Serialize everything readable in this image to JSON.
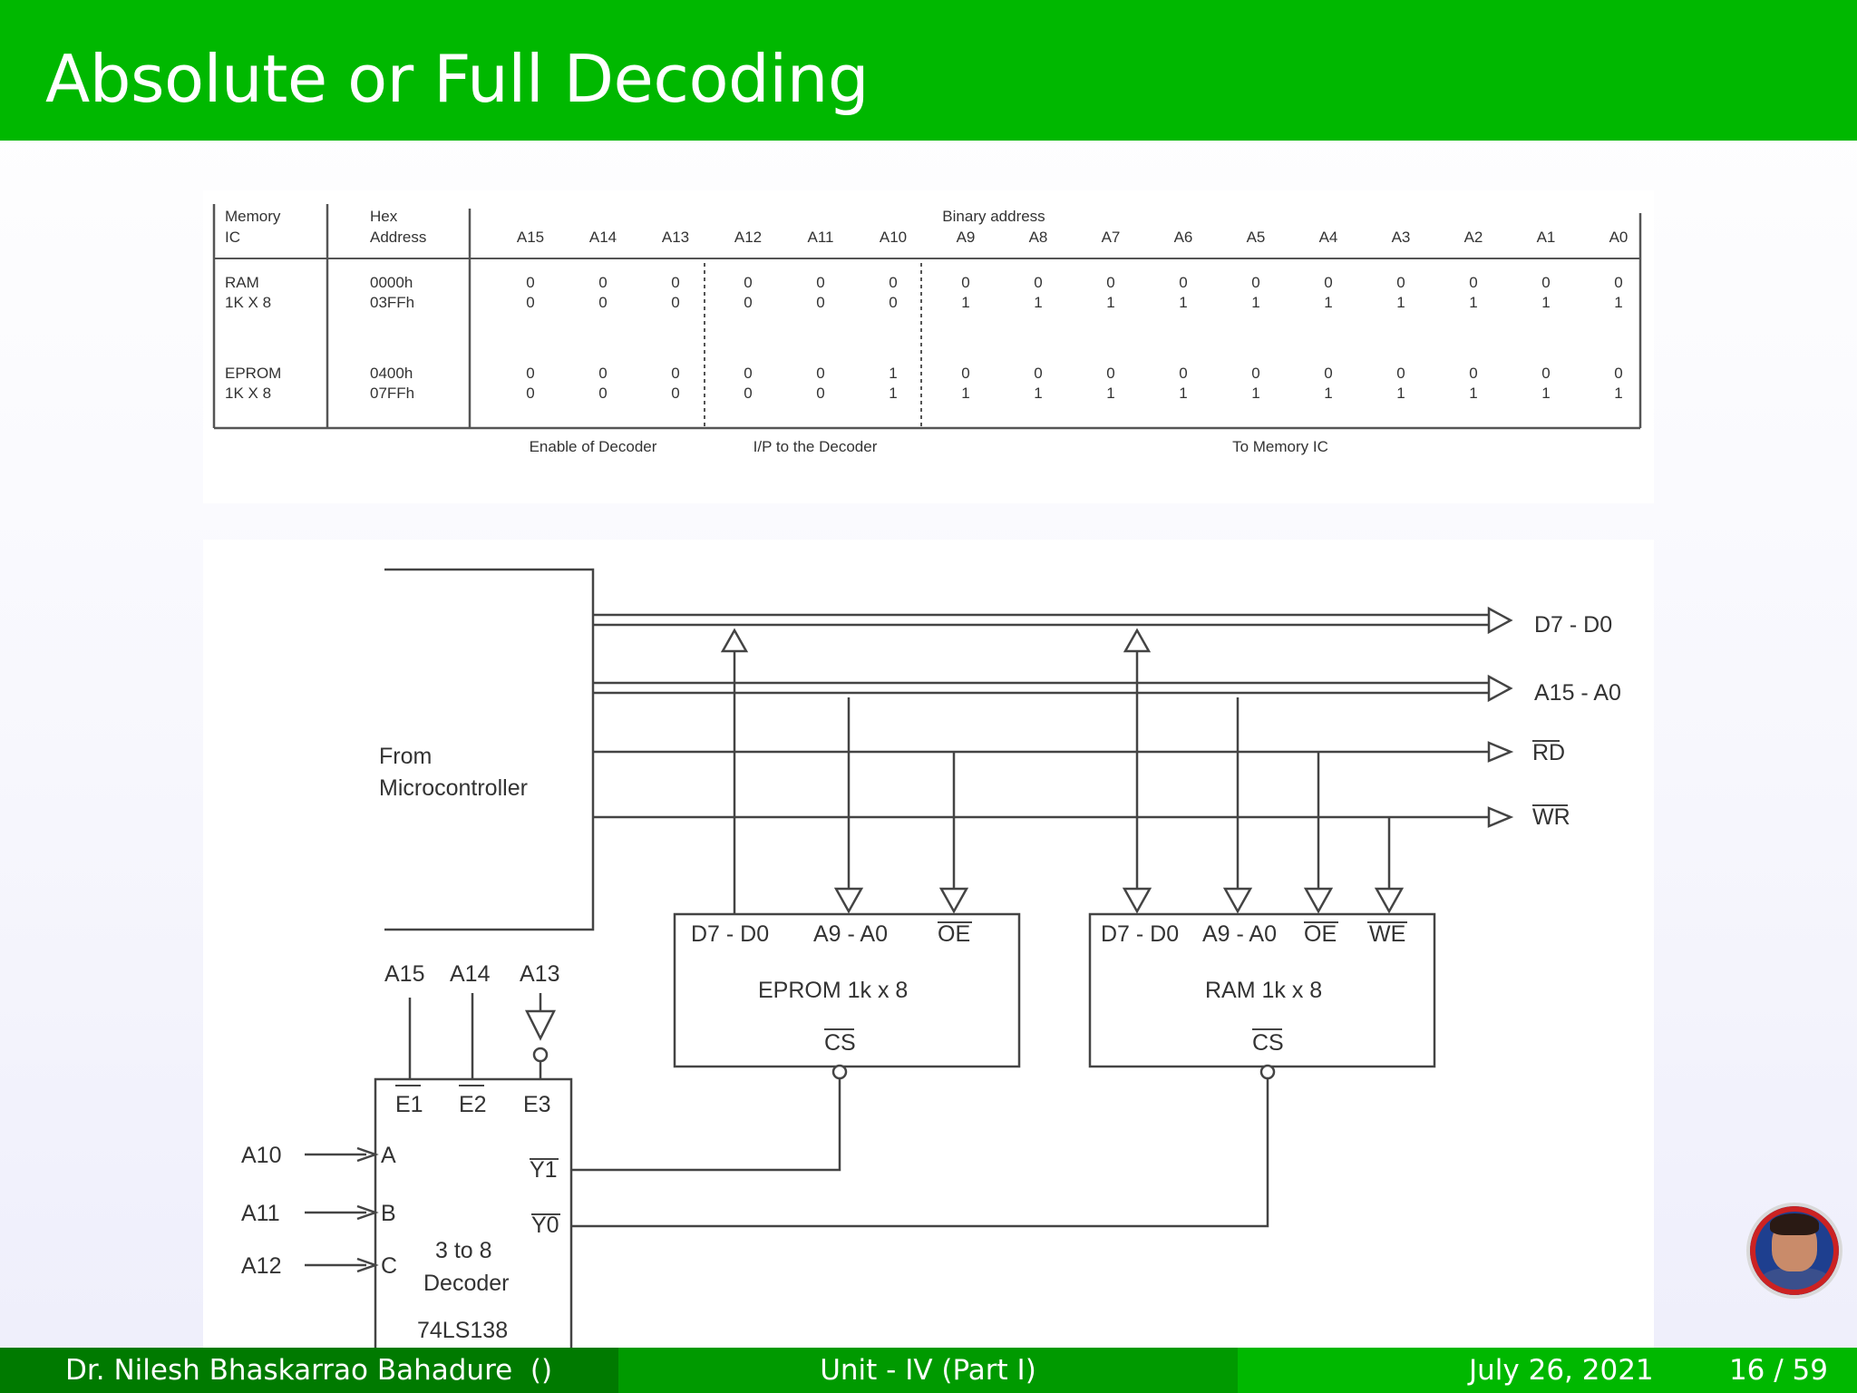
{
  "slide": {
    "title": "Absolute or Full Decoding"
  },
  "table": {
    "header_memory_ic": [
      "Memory",
      "IC"
    ],
    "header_hex": [
      "Hex",
      "Address"
    ],
    "header_binary": "Binary address",
    "address_bits": [
      "A15",
      "A14",
      "A13",
      "A12",
      "A11",
      "A10",
      "A9",
      "A8",
      "A7",
      "A6",
      "A5",
      "A4",
      "A3",
      "A2",
      "A1",
      "A0"
    ],
    "rows": [
      {
        "ic": [
          "RAM",
          "1K X 8"
        ],
        "hex": [
          "0000h",
          "03FFh"
        ],
        "start_bits": [
          "0",
          "0",
          "0",
          "0",
          "0",
          "0",
          "0",
          "0",
          "0",
          "0",
          "0",
          "0",
          "0",
          "0",
          "0",
          "0"
        ],
        "end_bits": [
          "0",
          "0",
          "0",
          "0",
          "0",
          "0",
          "1",
          "1",
          "1",
          "1",
          "1",
          "1",
          "1",
          "1",
          "1",
          "1"
        ]
      },
      {
        "ic": [
          "EPROM",
          "1K X 8"
        ],
        "hex": [
          "0400h",
          "07FFh"
        ],
        "start_bits": [
          "0",
          "0",
          "0",
          "0",
          "0",
          "1",
          "0",
          "0",
          "0",
          "0",
          "0",
          "0",
          "0",
          "0",
          "0",
          "0"
        ],
        "end_bits": [
          "0",
          "0",
          "0",
          "0",
          "0",
          "1",
          "1",
          "1",
          "1",
          "1",
          "1",
          "1",
          "1",
          "1",
          "1",
          "1"
        ]
      }
    ],
    "group_labels": [
      "Enable of Decoder",
      "I/P to the Decoder",
      "To Memory IC"
    ]
  },
  "diagram": {
    "source_label": [
      "From",
      "Microcontroller"
    ],
    "bus_labels": [
      "D7 - D0",
      "A15 - A0",
      "RD",
      "WR"
    ],
    "eprom": {
      "pins": [
        "D7 - D0",
        "A9 - A0",
        "OE"
      ],
      "name": "EPROM 1k x 8",
      "cs": "CS"
    },
    "ram": {
      "pins": [
        "D7 - D0",
        "A9 - A0",
        "OE",
        "WE"
      ],
      "name": "RAM 1k x 8",
      "cs": "CS"
    },
    "decoder": {
      "enable_inputs": [
        "A15",
        "A14",
        "A13"
      ],
      "enable_pins": [
        "E1",
        "E2",
        "E3"
      ],
      "select_inputs": [
        "A10",
        "A11",
        "A12"
      ],
      "select_pins": [
        "A",
        "B",
        "C"
      ],
      "outputs": [
        "Y1",
        "Y0"
      ],
      "name": [
        "3 to 8",
        "Decoder"
      ],
      "part": "74LS138"
    }
  },
  "footer": {
    "author": "Dr. Nilesh Bhaskarrao Bahadure  ()",
    "unit": "Unit - IV (Part I)",
    "date": "July 26, 2021",
    "page": "16 / 59"
  },
  "colors": {
    "header_green": "#00b800",
    "footer_dark": "#007a00",
    "footer_mid": "#009a00",
    "footer_light": "#00b800"
  },
  "logo_icon": "presenter-avatar-logo"
}
